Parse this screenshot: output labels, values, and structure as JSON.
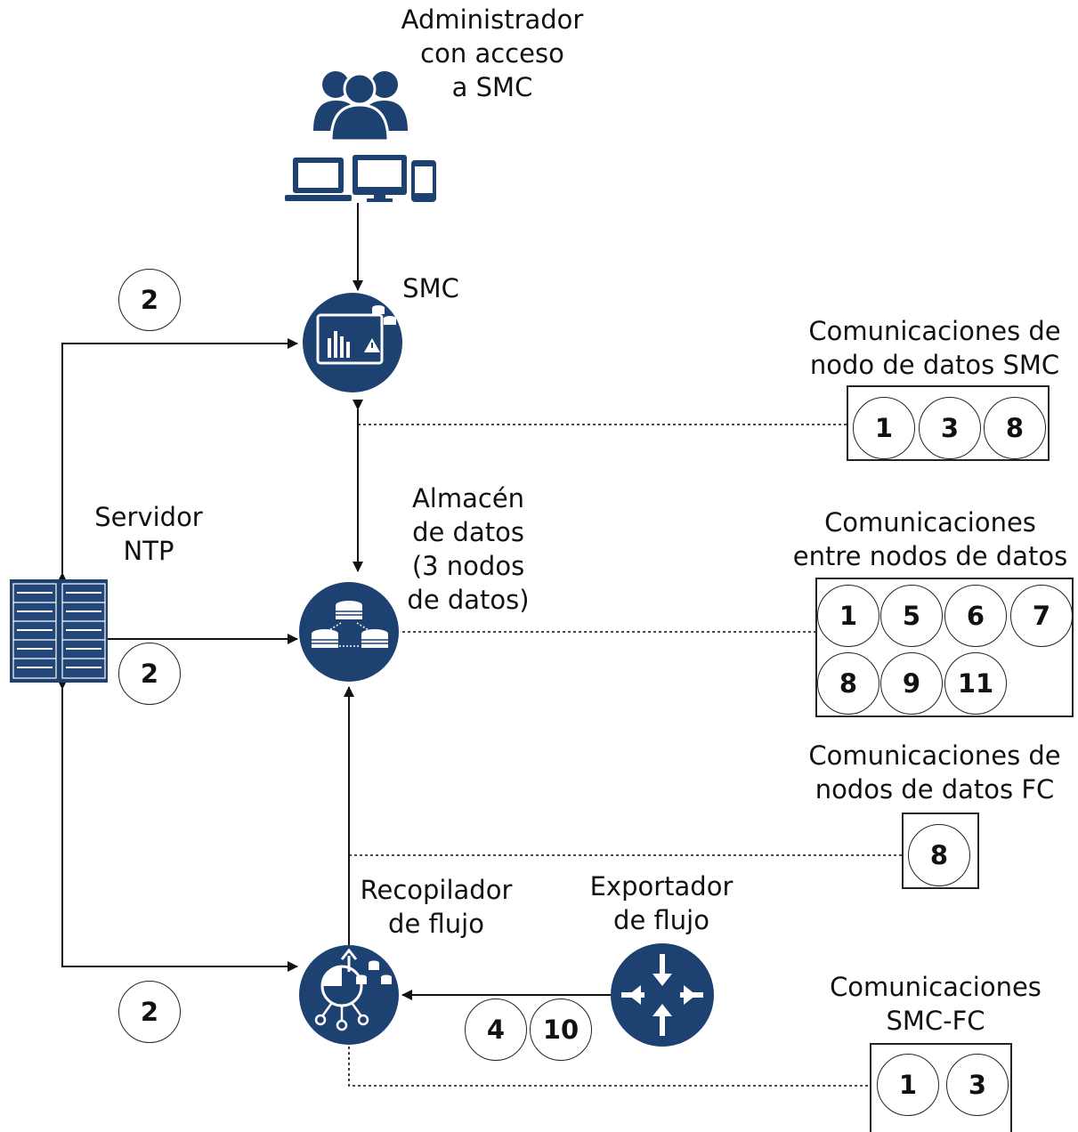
{
  "colors": {
    "node_fill": "#1d4170",
    "line": "#111111",
    "badge_border": "#222222"
  },
  "admin": {
    "label": [
      "Administrador",
      "con acceso",
      "a SMC"
    ],
    "icons": [
      "users-icon",
      "laptop-icon",
      "desktop-icon",
      "phone-icon"
    ]
  },
  "smc": {
    "label": "SMC",
    "icon": "dashboard-icon"
  },
  "ntp": {
    "label": [
      "Servidor",
      "NTP"
    ],
    "icon": "server-rack-icon"
  },
  "datastore": {
    "label": [
      "Almacén",
      "de datos",
      "(3 nodos",
      "de datos)"
    ],
    "icon": "database-cluster-icon"
  },
  "collector": {
    "label": [
      "Recopilador",
      "de flujo"
    ],
    "icon": "flow-collector-icon"
  },
  "exporter": {
    "label": [
      "Exportador",
      "de flujo"
    ],
    "icon": "router-icon"
  },
  "ntp_badges": [
    "2",
    "2",
    "2"
  ],
  "exporter_badges": [
    "4",
    "10"
  ],
  "groups": {
    "smc_nodes": {
      "title": [
        "Comunicaciones de",
        "nodo de datos SMC"
      ],
      "badges": [
        "1",
        "3",
        "8"
      ]
    },
    "inter_nodes": {
      "title": [
        "Comunicaciones",
        "entre nodos de datos"
      ],
      "badges": [
        "1",
        "5",
        "6",
        "7",
        "8",
        "9",
        "11"
      ]
    },
    "fc_nodes": {
      "title": [
        "Comunicaciones de",
        "nodos de datos FC"
      ],
      "badges": [
        "8"
      ]
    },
    "smc_fc": {
      "title": [
        "Comunicaciones",
        "SMC-FC"
      ],
      "badges": [
        "1",
        "3"
      ]
    }
  }
}
